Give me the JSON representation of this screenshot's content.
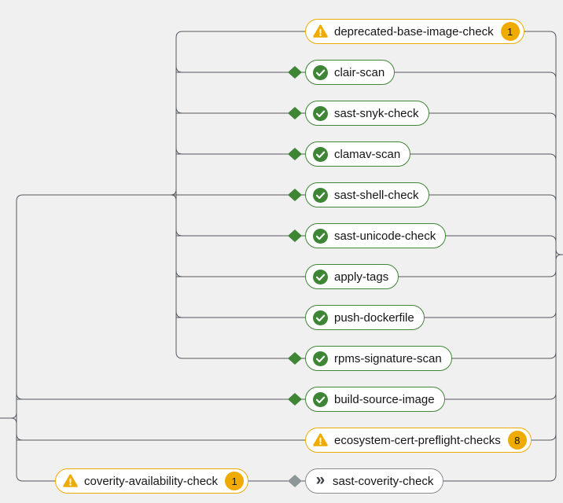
{
  "colors": {
    "background": "#f0f0f0",
    "node_background": "#ffffff",
    "success_green": "#3e8635",
    "warning_gold": "#f0ab00",
    "skipped_gray": "#8a8d90",
    "skipped_icon_gray": "#3c3f42",
    "edge_gray": "#54585f",
    "gray_diamond": "#8f9699",
    "text": "#151515",
    "badge_text": "#151515"
  },
  "icons": {
    "success": "check-circle-icon",
    "warning": "warning-triangle-icon",
    "skipped": "angle-double-right-icon",
    "when_expression": "diamond-when-marker"
  },
  "tasks": [
    {
      "label": "deprecated-base-image-check",
      "status": "warning",
      "badge": "1"
    },
    {
      "label": "clair-scan",
      "status": "success",
      "badge": null
    },
    {
      "label": "sast-snyk-check",
      "status": "success",
      "badge": null
    },
    {
      "label": "clamav-scan",
      "status": "success",
      "badge": null
    },
    {
      "label": "sast-shell-check",
      "status": "success",
      "badge": null
    },
    {
      "label": "sast-unicode-check",
      "status": "success",
      "badge": null
    },
    {
      "label": "apply-tags",
      "status": "success",
      "badge": null
    },
    {
      "label": "push-dockerfile",
      "status": "success",
      "badge": null
    },
    {
      "label": "rpms-signature-scan",
      "status": "success",
      "badge": null
    },
    {
      "label": "build-source-image",
      "status": "success",
      "badge": null
    },
    {
      "label": "ecosystem-cert-preflight-checks",
      "status": "warning",
      "badge": "8"
    },
    {
      "label": "coverity-availability-check",
      "status": "warning",
      "badge": "1"
    },
    {
      "label": "sast-coverity-check",
      "status": "skipped",
      "badge": null
    }
  ]
}
